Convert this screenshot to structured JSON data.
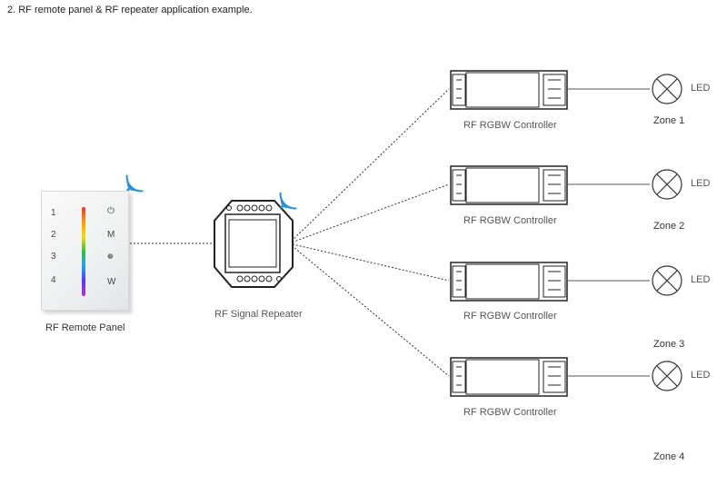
{
  "title": "2. RF remote panel & RF repeater application example.",
  "remote_panel": {
    "label": "RF Remote Panel",
    "keys_left": [
      "1",
      "2",
      "3",
      "4"
    ],
    "keys_right": [
      "⏻",
      "M",
      "❁",
      "W"
    ]
  },
  "repeater": {
    "label": "RF Signal Repeater"
  },
  "controllers": [
    {
      "label": "RF RGBW Controller",
      "lamp": "LED",
      "zone": "Zone 1"
    },
    {
      "label": "RF RGBW Controller",
      "lamp": "LED",
      "zone": "Zone 2"
    },
    {
      "label": "RF RGBW Controller",
      "lamp": "LED",
      "zone": "Zone 3"
    },
    {
      "label": "RF RGBW Controller",
      "lamp": "LED",
      "zone": "Zone 4"
    }
  ],
  "colors": {
    "line": "#333333",
    "wifi": "#2a8fd8"
  }
}
